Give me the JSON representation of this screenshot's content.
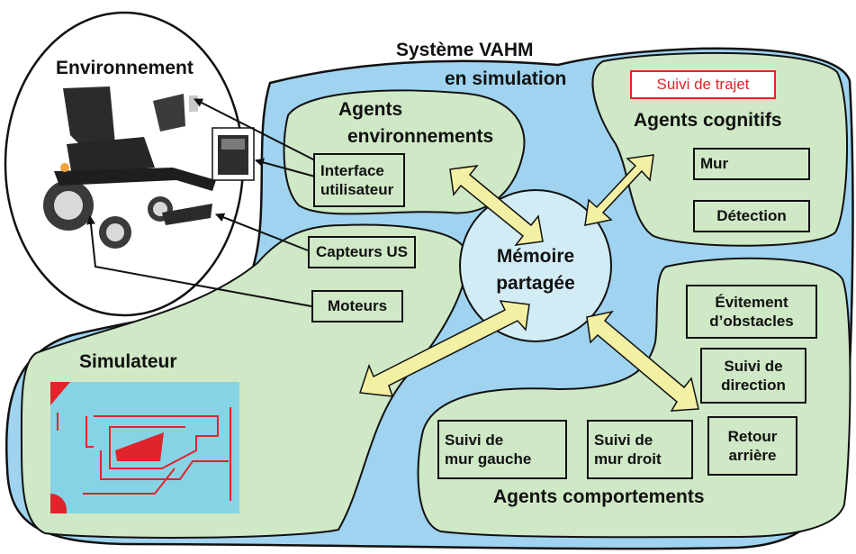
{
  "titles": {
    "environment": "Environnement",
    "system_line1": "Système VAHM",
    "system_line2": "en simulation",
    "env_agents_line1": "Agents",
    "env_agents_line2": "environnements",
    "cognitive_agents": "Agents cognitifs",
    "simulator": "Simulateur",
    "behavior_agents": "Agents comportements",
    "memory": "Mémoire\npartagée"
  },
  "boxes": {
    "user_interface": "Interface\nutilisateur",
    "us_sensors": "Capteurs US",
    "motors": "Moteurs",
    "path_following": "Suivi de trajet",
    "wall": "Mur",
    "detection": "Détection",
    "obstacle_avoidance": "Évitement\nd’obstacles",
    "direction_following": "Suivi de\ndirection",
    "reverse": "Retour\narrière",
    "left_wall_following": "Suivi de\nmur gauche",
    "right_wall_following": "Suivi de\nmur droit"
  },
  "colors": {
    "system_blue": "#9fd3ef",
    "agent_green": "#cfe8c6",
    "memory_blue": "#d2ecf5",
    "arrow_yellow": "#f3f0a4",
    "highlight_red": "#e0242c",
    "map_cyan": "#86d3e6"
  }
}
